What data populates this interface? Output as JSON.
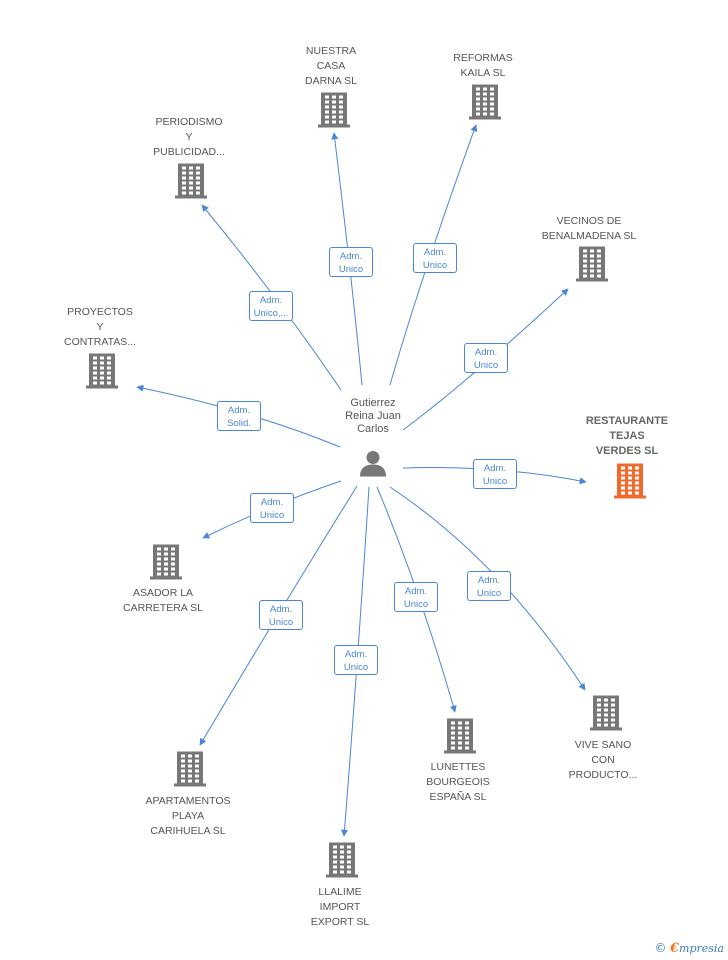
{
  "center": {
    "name": "Gutierrez\nReina Juan\nCarlos"
  },
  "colors": {
    "edge": "#4a86d6",
    "building": "#777777",
    "highlight": "#f06a2e"
  },
  "footer": {
    "copyright": "©",
    "brand_first": "€",
    "brand_rest": "mpresia"
  },
  "nodes": [
    {
      "id": "nuestra_casa",
      "label": "NUESTRA\nCASA\nDARNA SL",
      "role": "Adm.\nUnico",
      "highlight": false
    },
    {
      "id": "reformas",
      "label": "REFORMAS\nKAILA SL",
      "role": "Adm.\nUnico",
      "highlight": false
    },
    {
      "id": "periodismo",
      "label": "PERIODISMO\nY\nPUBLICIDAD...",
      "role": "Adm.\nUnico,...",
      "highlight": false
    },
    {
      "id": "vecinos",
      "label": "VECINOS DE\nBENALMADENA SL",
      "role": "Adm.\nUnico",
      "highlight": false
    },
    {
      "id": "proyectos",
      "label": "PROYECTOS\nY\nCONTRATAS...",
      "role": "Adm.\nSolid.",
      "highlight": false
    },
    {
      "id": "restaurante",
      "label": "RESTAURANTE\nTEJAS\nVERDES SL",
      "role": "Adm.\nUnico",
      "highlight": true
    },
    {
      "id": "asador",
      "label": "ASADOR LA\nCARRETERA SL",
      "role": "Adm.\nUnico",
      "highlight": false
    },
    {
      "id": "apartamentos",
      "label": "APARTAMENTOS\nPLAYA\nCARIHUELA SL",
      "role": "Adm.\nUnico",
      "highlight": false
    },
    {
      "id": "llalime",
      "label": "LLALIME\nIMPORT\nEXPORT SL",
      "role": "Adm.\nUnico",
      "highlight": false
    },
    {
      "id": "lunettes",
      "label": "LUNETTES\nBOURGEOIS\nESPAÑA SL",
      "role": "Adm.\nUnico",
      "highlight": false
    },
    {
      "id": "vive_sano",
      "label": "VIVE SANO\nCON\nPRODUCTO...",
      "role": "Adm.\nUnico",
      "highlight": false
    }
  ]
}
